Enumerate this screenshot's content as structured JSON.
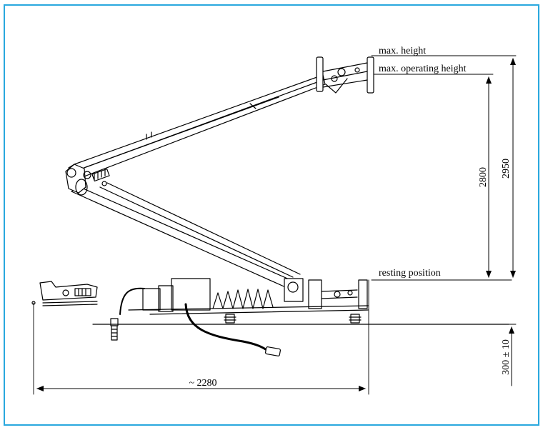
{
  "labels": {
    "max_height": "max. height",
    "max_operating_height": "max. operating height",
    "resting_position": "resting position"
  },
  "dimensions": {
    "length": "~ 2280",
    "operating_height": "2800",
    "total_height": "2950",
    "base_height": "300 ± 10"
  },
  "colors": {
    "frame": "#29a8de",
    "line": "#000000"
  }
}
